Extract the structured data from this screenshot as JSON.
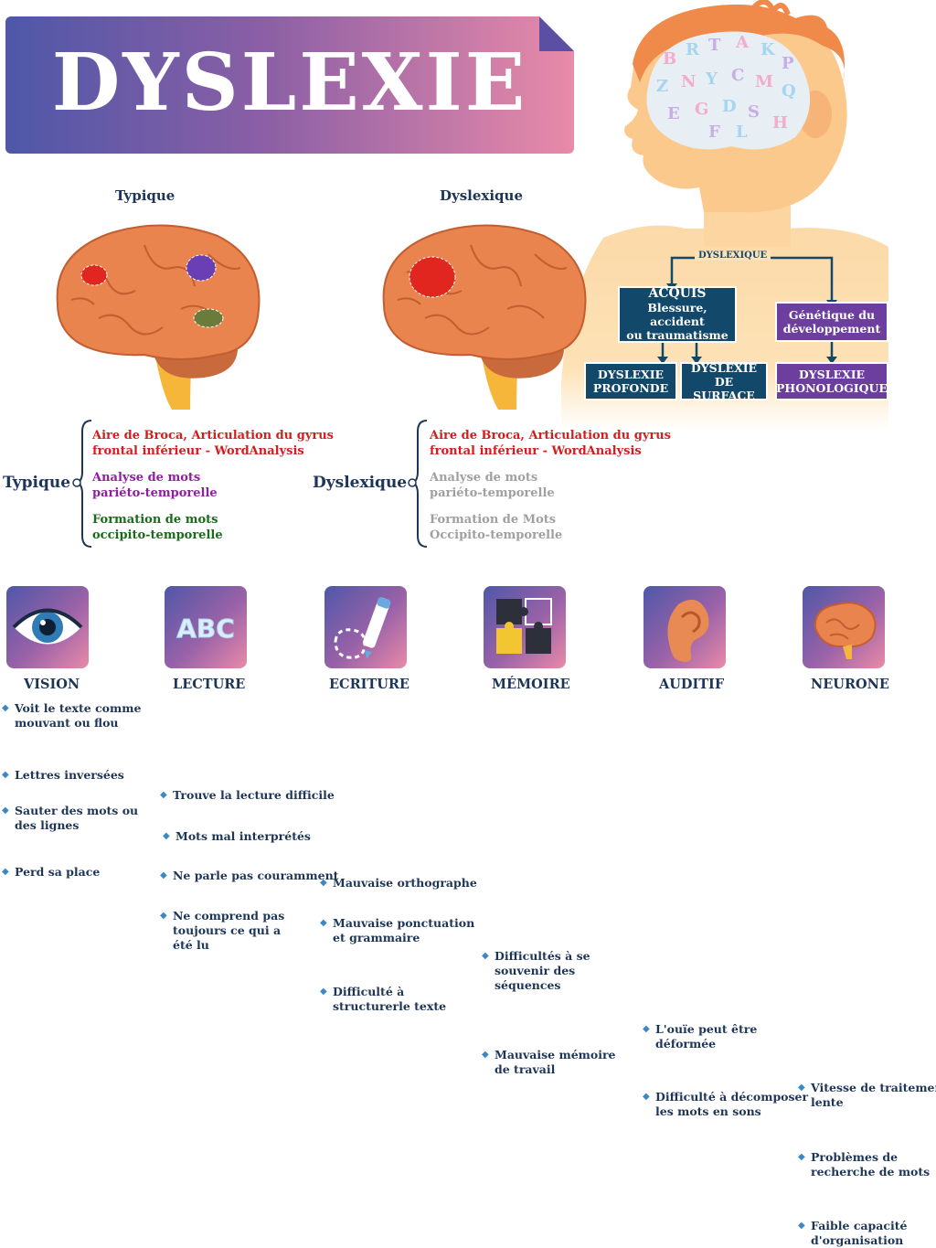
{
  "title": "DYSLEXIE",
  "brains": {
    "typical_label": "Typique",
    "dyslexic_label": "Dyslexique"
  },
  "flow": {
    "root": "DYSLEXIQUE",
    "acquired": [
      "ACQUIS",
      "Blessure, accident",
      "ou traumatisme"
    ],
    "genetic": [
      "Génétique du",
      "développement"
    ],
    "deep": [
      "DYSLEXIE",
      "PROFONDE"
    ],
    "surface": [
      "DYSLEXIE",
      "DE SURFACE"
    ],
    "phonological": [
      "DYSLEXIE",
      "PHONOLOGIQUE"
    ]
  },
  "legend_typical": {
    "label": "Typique",
    "items": [
      [
        "Aire de Broca, Articulation du gyrus",
        "frontal inférieur - WordAnalysis"
      ],
      [
        "Analyse de mots",
        "pariéto-temporelle"
      ],
      [
        "Formation de mots",
        "occipito-temporelle"
      ]
    ]
  },
  "legend_dyslexic": {
    "label": "Dyslexique",
    "items": [
      [
        "Aire de Broca, Articulation du gyrus",
        "frontal inférieur - WordAnalysis"
      ],
      [
        "Analyse de mots",
        "pariéto-temporelle"
      ],
      [
        "Formation de Mots",
        "Occipito-temporelle"
      ]
    ]
  },
  "colors": {
    "broca": "#d41e1e",
    "parietal": "#8e1fa0",
    "occipital": "#1a6b1a",
    "muted": "#a0a0a0",
    "navy": "#1d3557",
    "teal_box": "#12486a",
    "purple_box": "#6c3f9e"
  },
  "categories": [
    {
      "icon": "eye-icon",
      "title": "VISION",
      "bullets": [
        [
          "Voit le texte comme",
          "mouvant ou flou"
        ],
        [
          "Lettres inversées"
        ],
        [
          "Sauter des mots ou",
          "des lignes"
        ],
        [
          "Perd sa place"
        ]
      ]
    },
    {
      "icon": "abc-icon",
      "icon_text": "ABC",
      "title": "LECTURE",
      "bullets": [
        [
          "Trouve la lecture difficile"
        ],
        [
          "Mots mal interprétés"
        ],
        [
          "Ne parle pas couramment"
        ],
        [
          "Ne comprend pas",
          "toujours ce qui a",
          "été lu"
        ]
      ]
    },
    {
      "icon": "marker-icon",
      "title": "ECRITURE",
      "bullets": [
        [
          "Mauvaise orthographe"
        ],
        [
          "Mauvaise ponctuation",
          "et grammaire"
        ],
        [
          "Difficulté à",
          "structurerle texte"
        ]
      ]
    },
    {
      "icon": "puzzle-icon",
      "title": "MÉMOIRE",
      "bullets": [
        [
          "Difficultés à se",
          "souvenir des",
          "séquences"
        ],
        [
          "Mauvaise mémoire",
          "de travail"
        ]
      ]
    },
    {
      "icon": "ear-icon",
      "title": "AUDITIF",
      "bullets": [
        [
          "L'ouïe peut être",
          "déformée"
        ],
        [
          "Difficulté à décomposer",
          "les mots en sons"
        ]
      ]
    },
    {
      "icon": "brain-icon",
      "title": "NEURONE",
      "bullets": [
        [
          "Vitesse de traitement",
          "lente"
        ],
        [
          "Problèmes de",
          "recherche de mots"
        ],
        [
          "Faible capacité",
          "d'organisation"
        ]
      ]
    }
  ]
}
